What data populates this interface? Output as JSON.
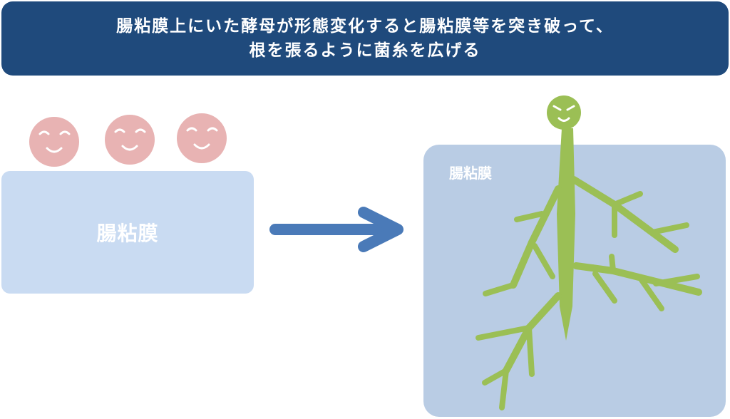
{
  "banner": {
    "line1": "腸粘膜上にいた酵母が形態変化すると腸粘膜等を突き破って、",
    "line2": "根を張るように菌糸を広げる"
  },
  "left_panel": {
    "mucosa_label": "腸粘膜",
    "yeast_count": 3
  },
  "right_panel": {
    "mucosa_label": "腸粘膜"
  },
  "colors": {
    "banner_bg": "#1f4a7c",
    "banner_text": "#ffffff",
    "mucosa_left": "#c9dbf2",
    "mucosa_right": "#b9cce4",
    "yeast_face": "#e8b3b3",
    "hypha_green": "#9bbf55",
    "arrow": "#4a7ab8"
  },
  "icons": {
    "yeast": "smiling-yeast-cell-icon",
    "arrow": "right-arrow-icon",
    "hypha": "hyphal-fungus-icon"
  }
}
